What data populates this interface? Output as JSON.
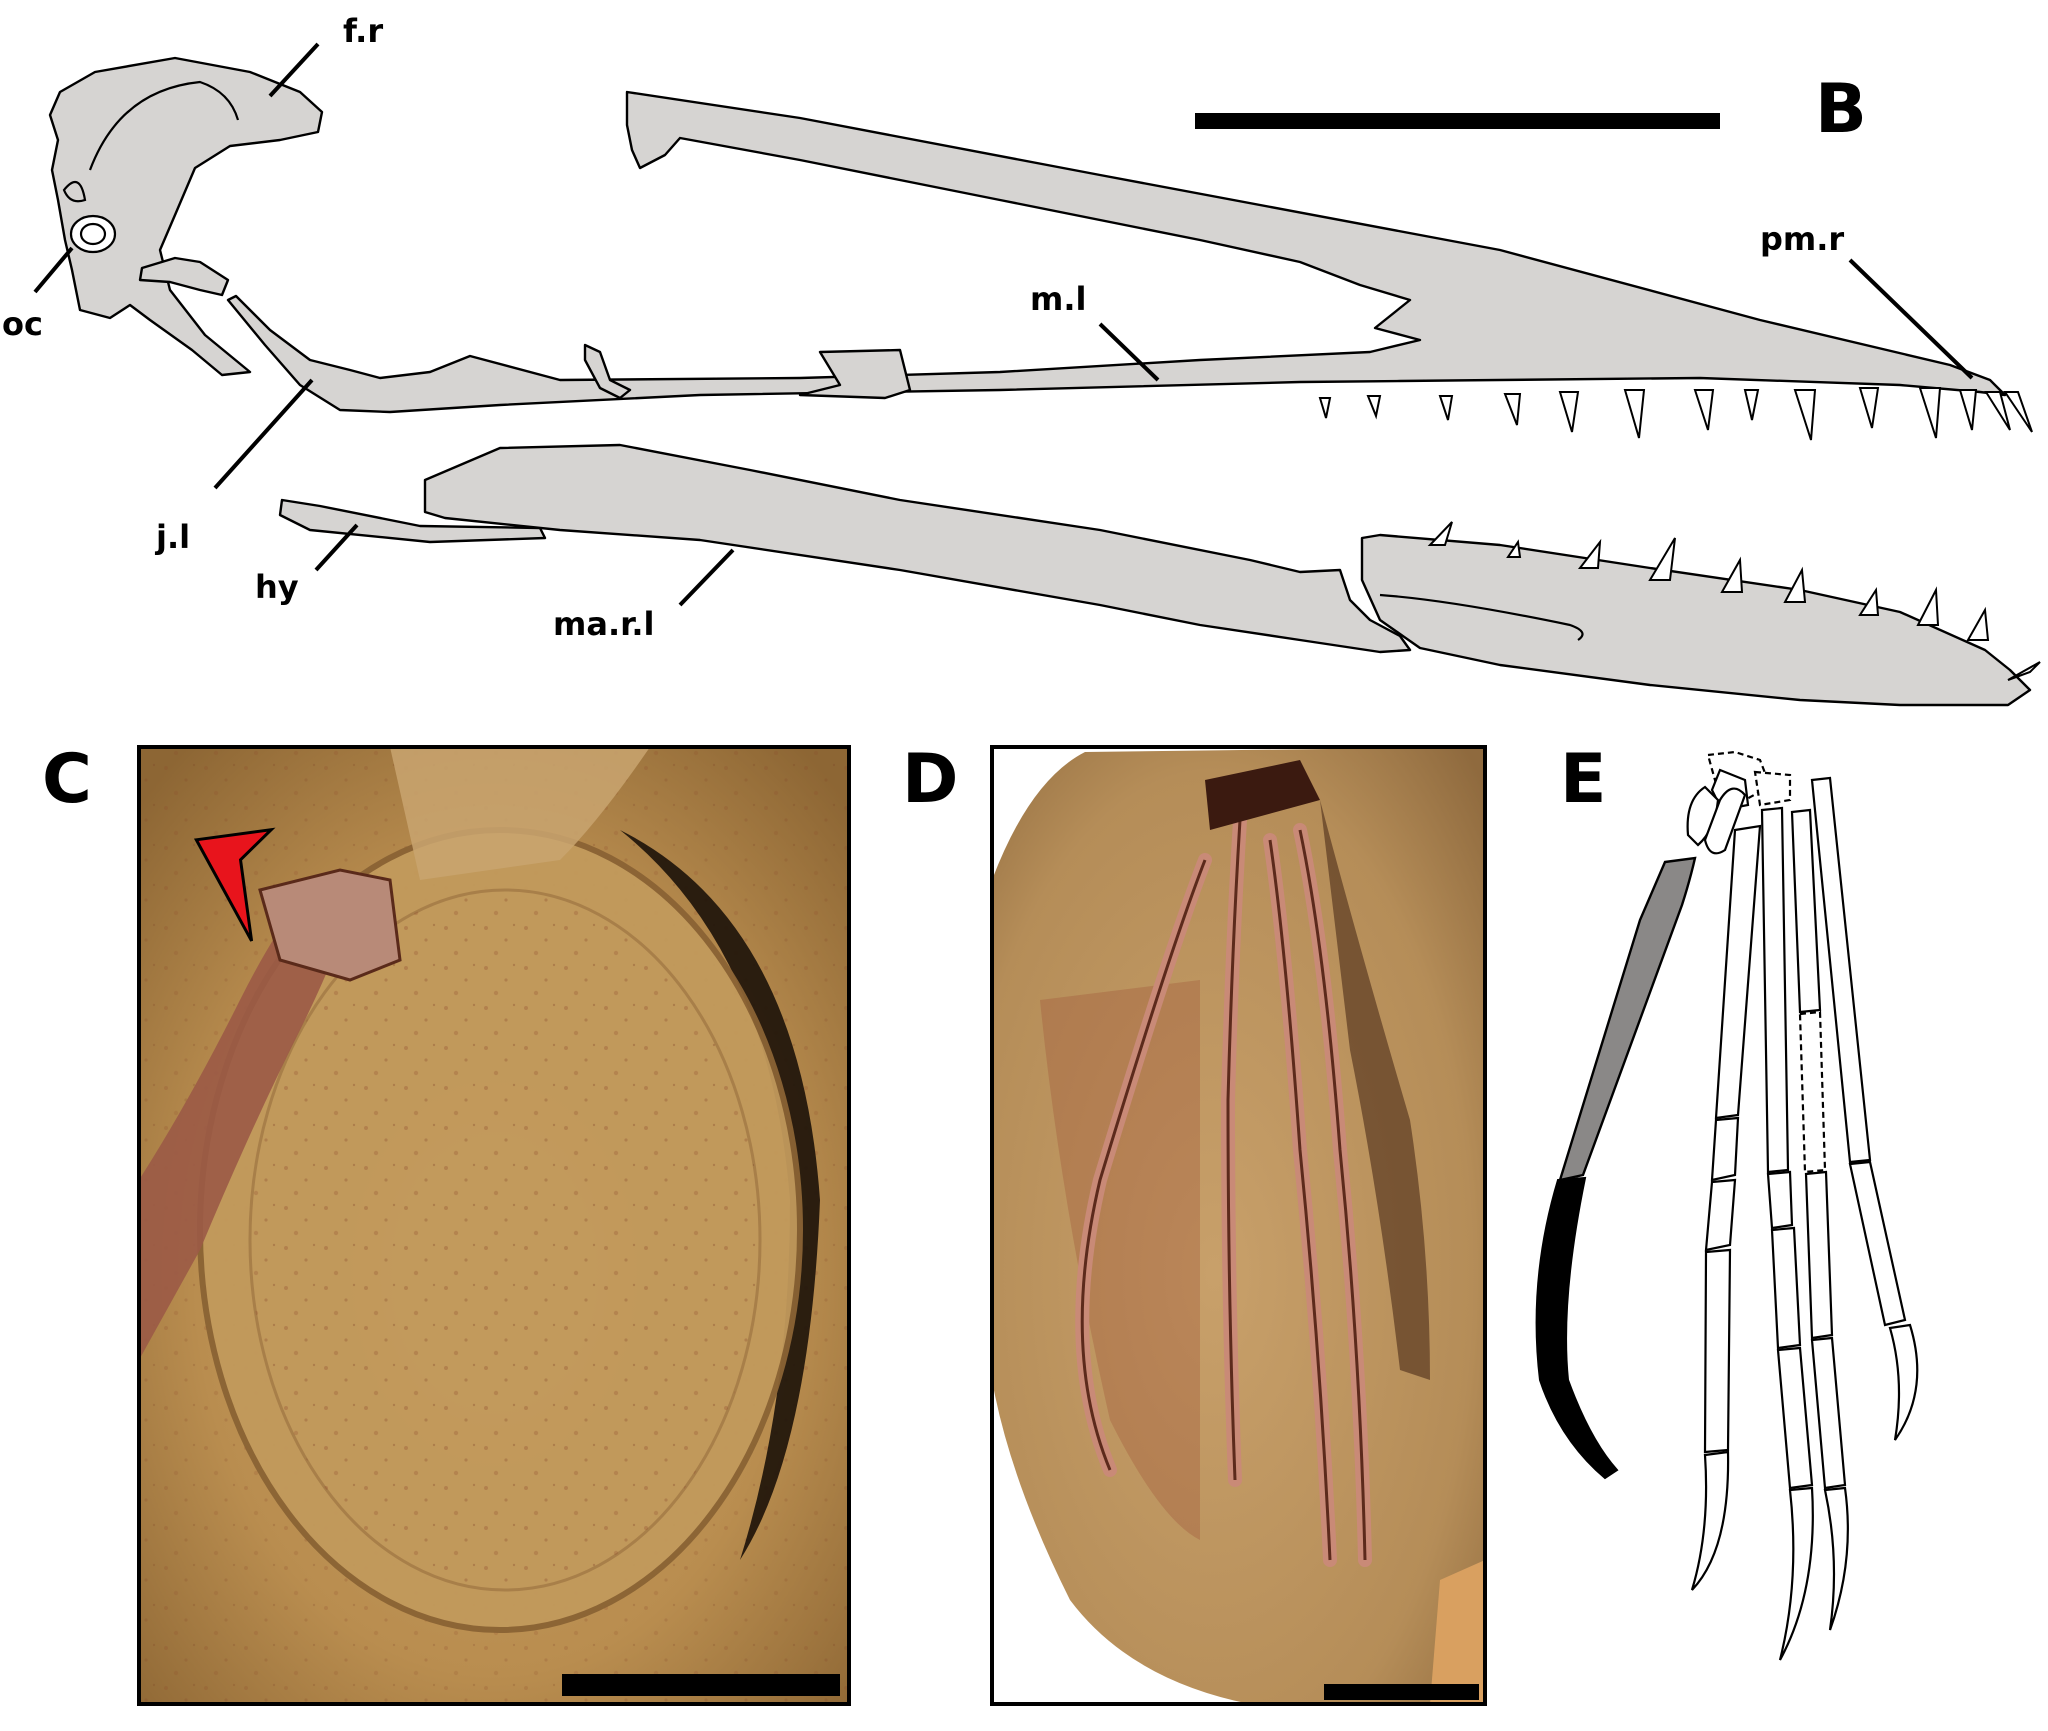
{
  "panels": {
    "B": "B",
    "C": "C",
    "D": "D",
    "E": "E"
  },
  "labels": {
    "fr": "f.r",
    "oc": "oc",
    "jl": "j.l",
    "hy": "hy",
    "mal": "ma.r.l",
    "ml": "m.l",
    "pmr": "pm.r"
  },
  "colors": {
    "bone_fill": "#d6d4d2",
    "arrow": "#e8141c",
    "matrix": "#b98d4f",
    "claw_grey": "#8a8887",
    "claw_black": "#000000"
  }
}
